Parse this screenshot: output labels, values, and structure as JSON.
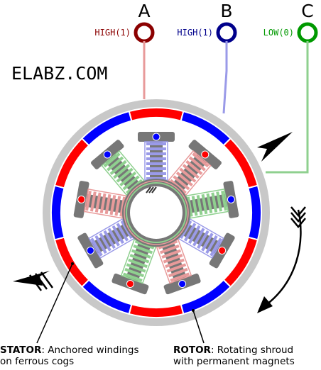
{
  "brand": "ELABZ.COM",
  "phases": [
    {
      "letter": "A",
      "state": "HIGH(1)",
      "color": "#8b0000"
    },
    {
      "letter": "B",
      "state": "HIGH(1)",
      "color": "#00008b"
    },
    {
      "letter": "C",
      "state": "LOW(0)",
      "color": "#009900"
    }
  ],
  "colors": {
    "magnet_red": "#ff0000",
    "magnet_blue": "#0000ff",
    "shroud": "#c8c8c8",
    "cog": "#777777",
    "wire_a": "#e89a9a",
    "wire_b": "#9a9ae8",
    "wire_c": "#8fd08f"
  },
  "labels": {
    "stator_term": "STATOR",
    "stator_line1": ": Anchored windings",
    "stator_line2": "on ferrous cogs",
    "rotor_term": "ROTOR",
    "rotor_line1": ": Rotating shroud",
    "rotor_line2": "with permanent magnets"
  }
}
